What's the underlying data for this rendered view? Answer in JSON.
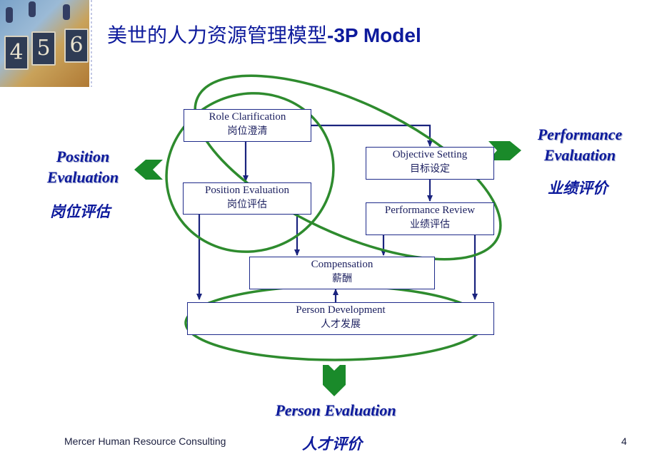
{
  "title": {
    "zh": "美世的人力资源管理模型",
    "en": "-3P Model"
  },
  "corner_art": {
    "digits": [
      "4",
      "5",
      "6"
    ]
  },
  "boxes": {
    "role_clarification": {
      "en": "Role Clarification",
      "zh": "岗位澄清"
    },
    "objective_setting": {
      "en": "Objective Setting",
      "zh": "目标设定"
    },
    "position_evaluation": {
      "en": "Position Evaluation",
      "zh": "岗位评估"
    },
    "performance_review": {
      "en": "Performance Review",
      "zh": "业绩评估"
    },
    "compensation": {
      "en": "Compensation",
      "zh": "薪酬"
    },
    "person_development": {
      "en": "Person Development",
      "zh": "人才发展"
    }
  },
  "outcomes": {
    "position": {
      "en_line1": "Position",
      "en_line2": "Evaluation",
      "zh": "岗位评估"
    },
    "performance": {
      "en_line1": "Performance",
      "en_line2": "Evaluation",
      "zh": "业绩评价"
    },
    "person": {
      "en": "Person Evaluation",
      "zh": "人才评价"
    }
  },
  "footer": {
    "company": "Mercer Human Resource Consulting",
    "page_number": "4"
  },
  "colors": {
    "title": "#0d1a9c",
    "box_border": "#1e2a8a",
    "arrow": "#1a237e",
    "ellipse": "#2e8b2e",
    "chevron": "#1a8a2a"
  }
}
